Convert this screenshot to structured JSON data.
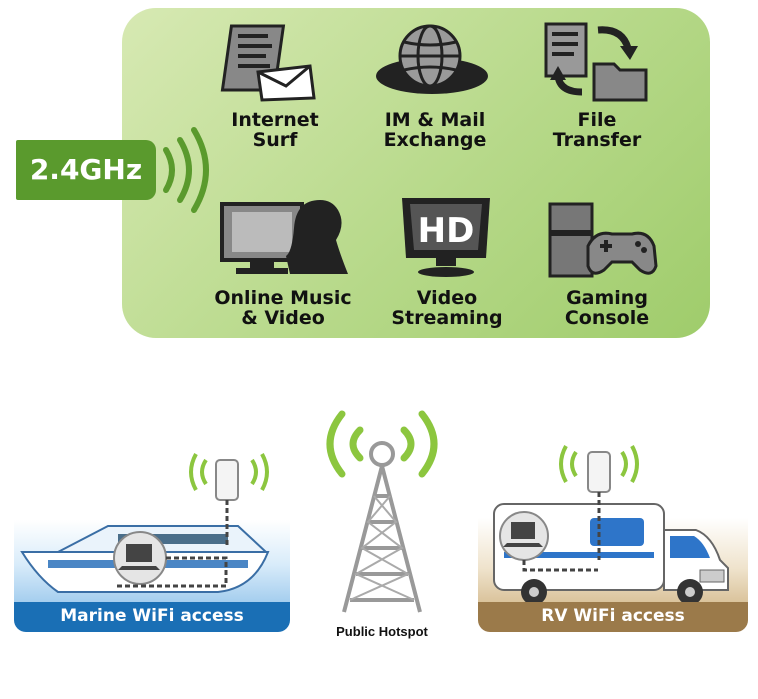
{
  "band": {
    "label": "2.4GHz"
  },
  "features": [
    {
      "icon": "internet-surf-icon",
      "line1": "Internet",
      "line2": "Surf"
    },
    {
      "icon": "im-mail-globe-icon",
      "line1": "IM & Mail",
      "line2": "Exchange"
    },
    {
      "icon": "file-transfer-icon",
      "line1": "File",
      "line2": "Transfer"
    },
    {
      "icon": "online-music-video-icon",
      "line1": "Online Music",
      "line2": "& Video"
    },
    {
      "icon": "hd-tv-icon",
      "line1": "Video",
      "line2": "Streaming",
      "badge": "HD"
    },
    {
      "icon": "gaming-console-icon",
      "line1": "Gaming",
      "line2": "Console"
    }
  ],
  "scenarios": {
    "marine": {
      "label": "Marine WiFi access"
    },
    "hotspot": {
      "label": "Public Hotspot"
    },
    "rv": {
      "label": "RV WiFi access"
    }
  },
  "colors": {
    "accent_green": "#5a9a2d",
    "wave_green": "#8cc63f",
    "marine_blue": "#1a6fb5",
    "rv_brown": "#9b7a4a"
  }
}
